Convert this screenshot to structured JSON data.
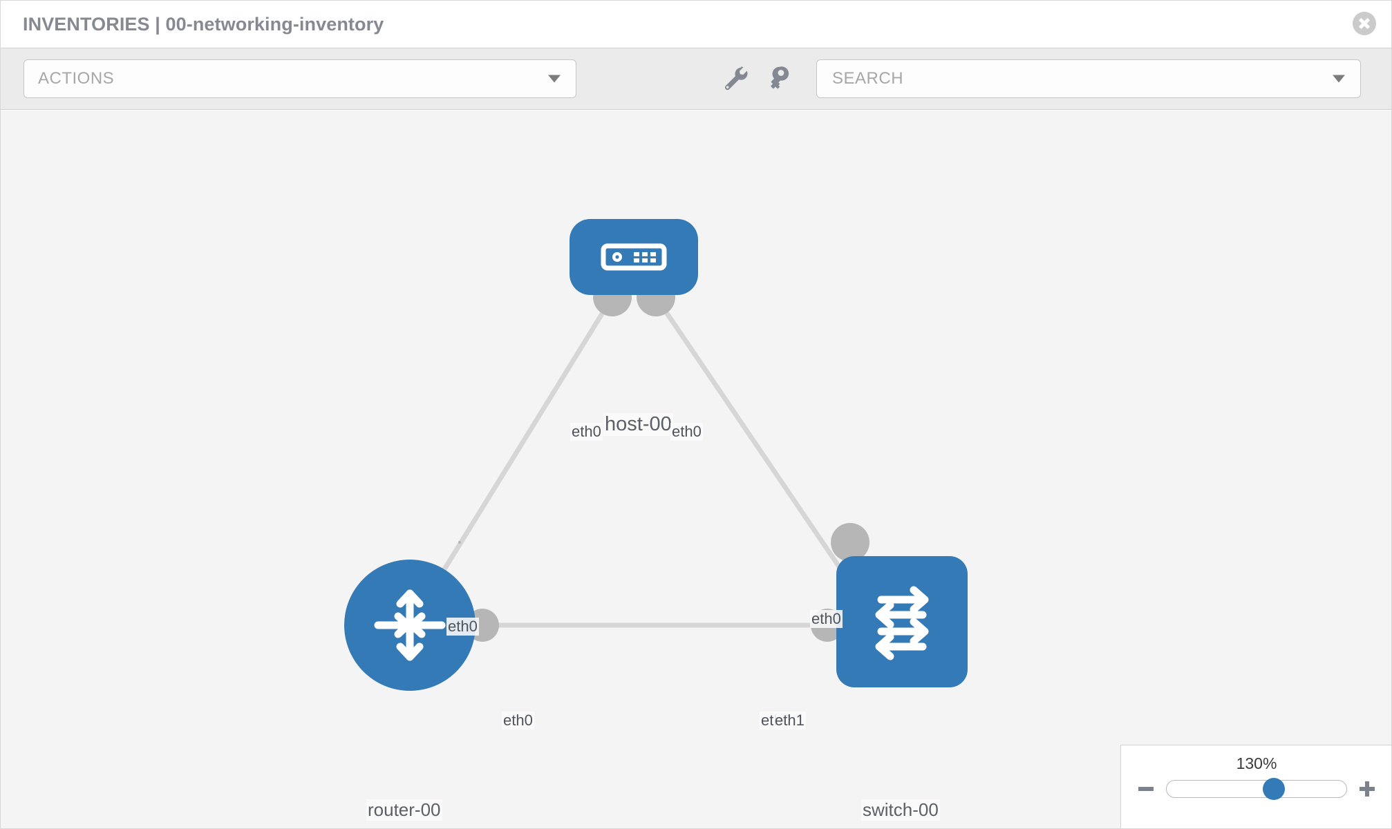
{
  "header": {
    "title": "INVENTORIES | 00-networking-inventory",
    "close_icon": "close-icon"
  },
  "toolbar": {
    "actions_label": "ACTIONS",
    "actions_caret_icon": "chevron-down-icon",
    "wrench_icon": "wrench-icon",
    "key_icon": "key-icon",
    "search_placeholder": "SEARCH",
    "search_value": "",
    "search_caret_icon": "chevron-down-icon"
  },
  "topology": {
    "nodes": [
      {
        "id": "host-00",
        "label": "host-00",
        "type": "host",
        "icon": "server-icon",
        "shape": "rounded-rect",
        "color": "#337ab7"
      },
      {
        "id": "router-00",
        "label": "router-00",
        "type": "router",
        "icon": "router-arrows-icon",
        "shape": "circle",
        "color": "#337ab7"
      },
      {
        "id": "switch-00",
        "label": "switch-00",
        "type": "switch",
        "icon": "switch-arrows-icon",
        "shape": "rounded-square",
        "color": "#337ab7"
      }
    ],
    "interface_labels": {
      "host_left": "eth0",
      "host_right": "eth0",
      "router_up": "eth0",
      "switch_up": "eth0",
      "router_right": "eth0",
      "switch_left_a": "eth0",
      "switch_left_b": "eth1"
    },
    "links": [
      {
        "from": "host-00",
        "from_iface": "eth0",
        "to": "router-00",
        "to_iface": "eth0"
      },
      {
        "from": "host-00",
        "from_iface": "eth0",
        "to": "switch-00",
        "to_iface": "eth0"
      },
      {
        "from": "router-00",
        "from_iface": "eth0",
        "to": "switch-00",
        "to_iface": "eth1"
      }
    ],
    "edge_color": "#d6d6d6",
    "endpoint_color": "#b6b6b6",
    "canvas_color": "#f4f4f4"
  },
  "zoom": {
    "value_label": "130%",
    "minus_icon": "minus-icon",
    "plus_icon": "plus-icon",
    "slider_percent": 130
  }
}
